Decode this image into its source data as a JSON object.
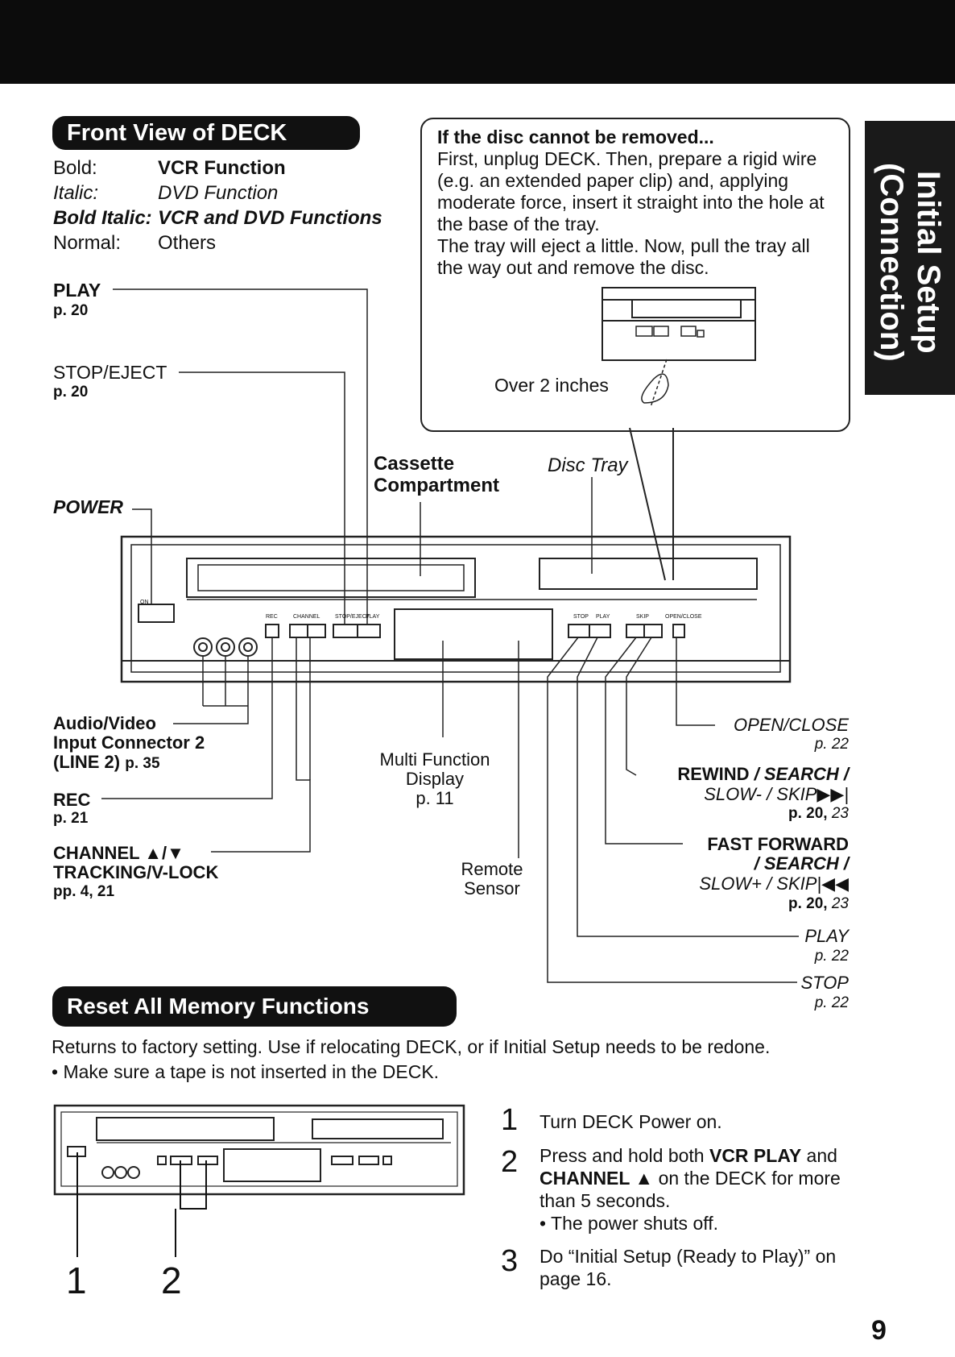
{
  "header_bar": {
    "color": "#0c0c0c"
  },
  "side_tab": {
    "line1": "Initial Setup",
    "line2": "(Connection)"
  },
  "front_view": {
    "title": "Front View of DECK",
    "legend": [
      {
        "key": "Bold:",
        "value": "VCR Function",
        "style": "bold"
      },
      {
        "key": "Italic:",
        "value": "DVD Function",
        "style": "italic"
      },
      {
        "key": "Bold Italic:",
        "value": "VCR and DVD Functions",
        "style": "bold-italic"
      },
      {
        "key": "Normal:",
        "value": "Others",
        "style": "normal"
      }
    ]
  },
  "disc_note": {
    "heading": "If the disc cannot be removed...",
    "body": "First, unplug DECK. Then, prepare a rigid wire (e.g. an extended paper clip) and, applying moderate force, insert it straight into the hole at the base of the tray.",
    "body2": "The tray will eject a little. Now, pull the tray all the way out and remove the disc.",
    "distance_label": "Over 2 inches"
  },
  "callouts": {
    "play_vcr": {
      "label": "PLAY",
      "page": "p. 20"
    },
    "stop_eject": {
      "label": "STOP/EJECT",
      "page": "p. 20"
    },
    "power": {
      "label": "POWER"
    },
    "cassette": {
      "label1": "Cassette",
      "label2": "Compartment"
    },
    "disc_tray": {
      "label": "Disc Tray"
    },
    "audio_video": {
      "line1": "Audio/Video",
      "line2": "Input Connector 2",
      "line3": "(LINE 2)",
      "page": "p. 35"
    },
    "rec": {
      "label": "REC",
      "page": "p. 21"
    },
    "channel": {
      "line1": "CHANNEL ▲/▼",
      "line2": "TRACKING/V-LOCK",
      "page": "pp. 4, 21"
    },
    "multi_display": {
      "line1": "Multi Function",
      "line2": "Display",
      "page": "p. 11"
    },
    "remote_sensor": {
      "line1": "Remote",
      "line2": "Sensor"
    },
    "open_close": {
      "label": "OPEN/CLOSE",
      "page": "p. 22"
    },
    "rewind": {
      "bold": "REWIND",
      "italic": " / SEARCH /",
      "line2": "SLOW- / SKIP▶▶|",
      "page_bold": "p. 20,",
      "page_italic": " 23"
    },
    "fast_forward": {
      "bold": "FAST FORWARD",
      "italic": "/ SEARCH /",
      "line2": "SLOW+ / SKIP|◀◀",
      "page_bold": "p. 20,",
      "page_italic": " 23"
    },
    "play_dvd": {
      "label": "PLAY",
      "page": "p. 22"
    },
    "stop_dvd": {
      "label": "STOP",
      "page": "p. 22"
    }
  },
  "deck_panel_labels": {
    "power_btn": "ON",
    "rec": "REC",
    "channel": "CHANNEL",
    "stop_eject": "STOP/EJECT",
    "play": "PLAY",
    "stop2": "STOP",
    "play2": "PLAY",
    "skip": "SKIP",
    "open_close": "OPEN/CLOSE"
  },
  "reset": {
    "title": "Reset All Memory Functions",
    "intro": "Returns to factory setting. Use if relocating DECK, or if Initial Setup needs to be redone.",
    "bullet": "• Make sure a tape is not inserted in the DECK.",
    "callout_1": "1",
    "callout_2": "2",
    "steps": [
      {
        "num": "1",
        "text": "Turn DECK Power on."
      },
      {
        "num": "2",
        "pre": "Press and hold both ",
        "bold1": "VCR PLAY",
        "mid": " and ",
        "bold2": "CHANNEL ▲",
        "post": " on the DECK for more than 5 seconds.",
        "sub": "• The power shuts off."
      },
      {
        "num": "3",
        "text": "Do “Initial Setup (Ready to Play)” on page 16."
      }
    ]
  },
  "page_number": "9"
}
